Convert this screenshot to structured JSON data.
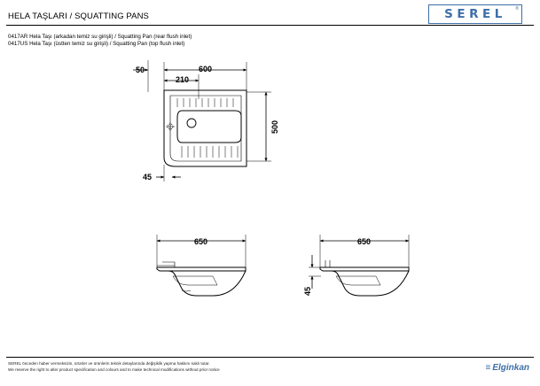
{
  "header": {
    "title": "HELA TAŞLARI / SQUATTING PANS",
    "logo": "SEREL",
    "logo_reg": "®"
  },
  "description": {
    "line1": "0417AR Hela Taşı (arkadan temiz su girişli) / Squatting Pan (rear flush inlet)",
    "line2": "0417US Hela Taşı (üstten temiz su girişli) / Squatting Pan (top flush inlet)"
  },
  "dimensions": {
    "top_view": {
      "overall_width": "600",
      "offset_left": "50",
      "inlet_distance": "210",
      "depth": "500",
      "inlet_height": "45"
    },
    "side_view_left": {
      "width": "650"
    },
    "side_view_right": {
      "width": "650",
      "height": "45"
    }
  },
  "footer": {
    "line1": "SEREL önceden haber vermeksizin, ürünler ve ürünlerin teknik detaylarında değişiklik yapma hakkını saklı tutar.",
    "line2": "We reserve the right to alter product specification and colours and to make technical modifications without prior notice",
    "brand": "Elginkan",
    "brand_mark": "≡"
  },
  "colors": {
    "brand_blue": "#3d6fa8"
  }
}
